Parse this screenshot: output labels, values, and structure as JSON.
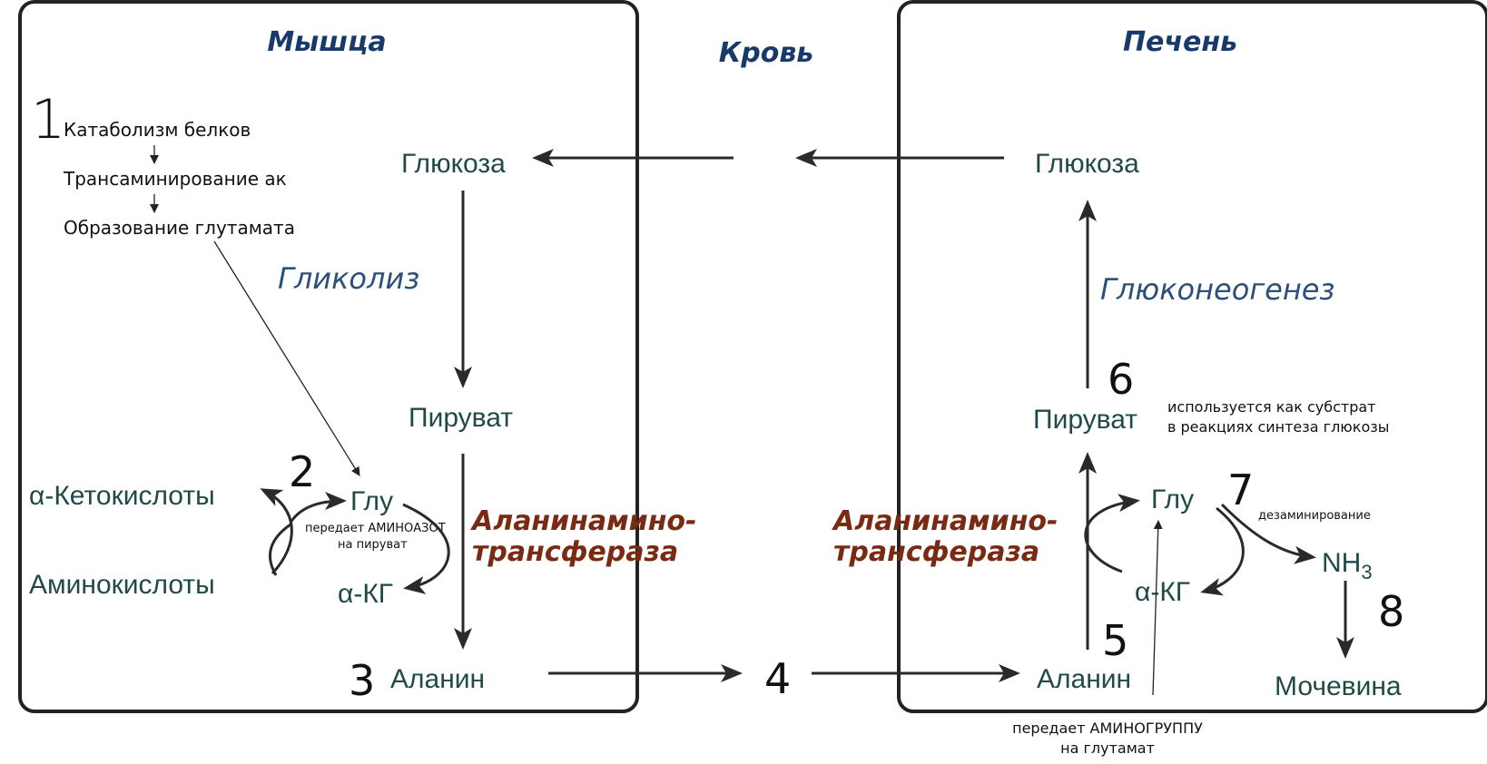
{
  "compartments": {
    "muscle": "Мышца",
    "blood": "Кровь",
    "liver": "Печень"
  },
  "muscle": {
    "glucose": "Глюкоза",
    "glycolysis": "Гликолиз",
    "pyruvate": "Пируват",
    "alanine": "Аланин",
    "glu": "Глу",
    "akg": "α-КГ",
    "ketoacids": "α-Кетокислоты",
    "aminoacids": "Аминокислоты",
    "enzyme_line1": "Аланинамино-",
    "enzyme_line2": "трансфераза",
    "glu_note_line1": "передает АМИНОАЗОТ",
    "glu_note_line2": "на пируват"
  },
  "liver": {
    "glucose": "Глюкоза",
    "gluconeogenesis": "Глюконеогенез",
    "pyruvate": "Пируват",
    "alanine": "Аланин",
    "glu": "Глу",
    "akg": "α-КГ",
    "nh3_base": "NH",
    "nh3_sub": "3",
    "urea": "Мочевина",
    "enzyme_line1": "Аланинамино-",
    "enzyme_line2": "трансфераза",
    "pyruvate_note_line1": "используется как субстрат",
    "pyruvate_note_line2": "в реакциях синтеза глюкозы",
    "deamination": "дезаминирование",
    "alanine_note_line1": "передает АМИНОГРУППУ",
    "alanine_note_line2": "на глутамат"
  },
  "steps_list": {
    "step1": "Катаболизм белков",
    "step2": "Трансаминирование ак",
    "step3": "Образование глутамата"
  },
  "numbers": {
    "n1": "1",
    "n2": "2",
    "n3": "3",
    "n4": "4",
    "n5": "5",
    "n6": "6",
    "n7": "7",
    "n8": "8"
  }
}
